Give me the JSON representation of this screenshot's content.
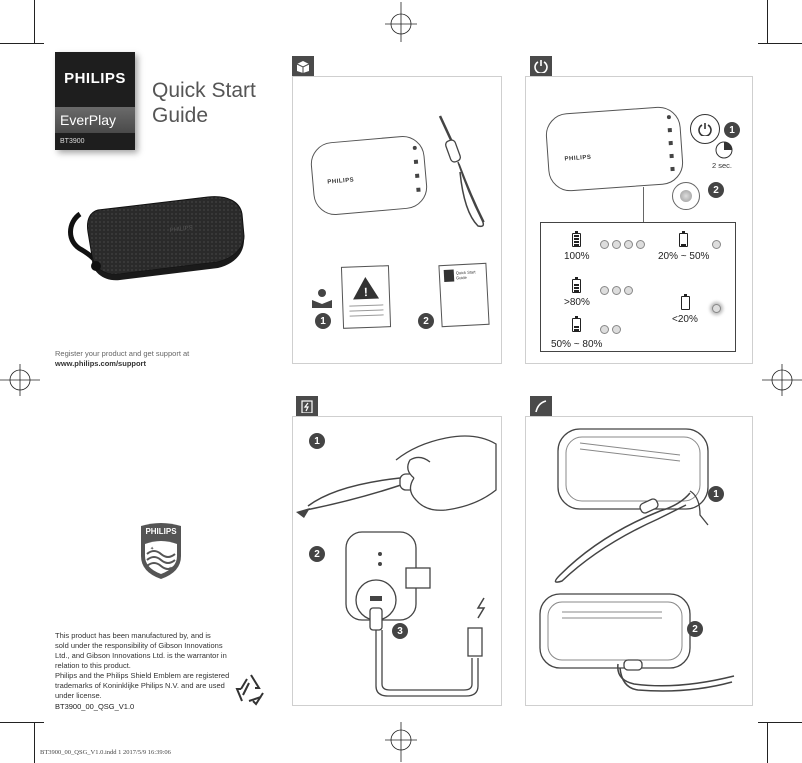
{
  "cover": {
    "brand": "PHILIPS",
    "product_line": "EverPlay",
    "model": "BT3900",
    "title_line1": "Quick Start",
    "title_line2": "Guide",
    "register_text": "Register your product and get support at",
    "register_url": "www.philips.com/support",
    "shield_brand": "PHILIPS",
    "legal_lines": [
      "This product has been manufactured by, and is",
      "sold under the responsibility of Gibson Innovations",
      "Ltd., and Gibson Innovations Ltd. is the warrantor in",
      "relation to this product.",
      "Philips and the Philips Shield Emblem are registered",
      "trademarks of Koninklijke Philips N.V. and are used",
      "under license."
    ],
    "doc_code": "BT3900_00_QSG_V1.0",
    "footer_print": "BT3900_00_QSG_V1.0.indd   1   2017/5/9   16:39:06"
  },
  "box_panel": {
    "icon": "box-contents-icon",
    "speaker_brand": "PHILIPS",
    "step1": "1",
    "step2": "2",
    "qsg_line1": "Quick Start",
    "qsg_line2": "Guide"
  },
  "power_panel": {
    "icon": "power-icon",
    "speaker_brand": "PHILIPS",
    "step1": "1",
    "step2": "2",
    "press_time": "2 sec.",
    "levels": [
      {
        "label": "100%",
        "leds": 4
      },
      {
        "label": "20% ~ 50%",
        "leds": 1
      },
      {
        "label": ">80%",
        "leds": 3
      },
      {
        "label": "<20%",
        "leds": 1
      },
      {
        "label": "50% ~ 80%",
        "leds": 2
      }
    ]
  },
  "charge_panel": {
    "icon": "charge-icon",
    "step1": "1",
    "step2": "2",
    "step3": "3"
  },
  "strap_panel": {
    "icon": "strap-icon",
    "step1": "1",
    "step2": "2"
  },
  "colors": {
    "tab": "#4a4a4a",
    "badge": "#222222",
    "everplay": "#555555"
  }
}
